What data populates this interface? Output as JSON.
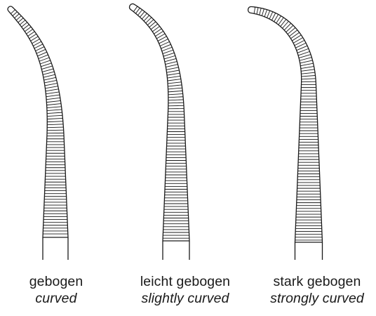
{
  "instruments": [
    {
      "label_de": "gebogen",
      "label_en": "curved"
    },
    {
      "label_de": "leicht gebogen",
      "label_en": "slightly curved"
    },
    {
      "label_de": "stark gebogen",
      "label_en": "strongly curved"
    }
  ],
  "colors": {
    "line": "#1a1a1a",
    "background": "#ffffff"
  }
}
